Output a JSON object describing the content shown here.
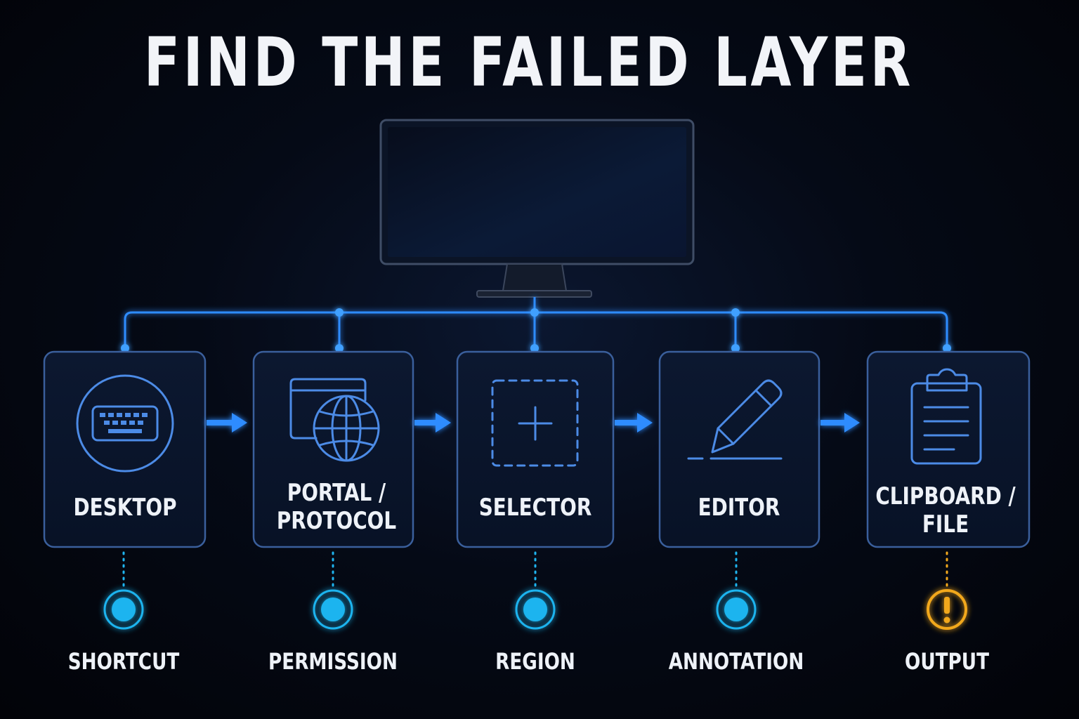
{
  "title": "FIND THE FAILED LAYER",
  "colors": {
    "background": "#04060c",
    "accent": "#2f8cff",
    "box_border": "#3a5f9c",
    "check_ok": "#1fb4ef",
    "check_failed": "#f2a81d",
    "text": "#eef2f8"
  },
  "layers": [
    {
      "label_lines": [
        "DESKTOP"
      ],
      "icon": "keyboard-icon",
      "check": "SHORTCUT",
      "status": "ok"
    },
    {
      "label_lines": [
        "PORTAL /",
        "PROTOCOL"
      ],
      "icon": "browser-globe-icon",
      "check": "PERMISSION",
      "status": "ok"
    },
    {
      "label_lines": [
        "SELECTOR"
      ],
      "icon": "region-select-icon",
      "check": "REGION",
      "status": "ok"
    },
    {
      "label_lines": [
        "EDITOR"
      ],
      "icon": "pencil-icon",
      "check": "ANNOTATION",
      "status": "ok"
    },
    {
      "label_lines": [
        "CLIPBOARD /",
        "FILE"
      ],
      "icon": "clipboard-icon",
      "check": "OUTPUT",
      "status": "warning"
    }
  ]
}
